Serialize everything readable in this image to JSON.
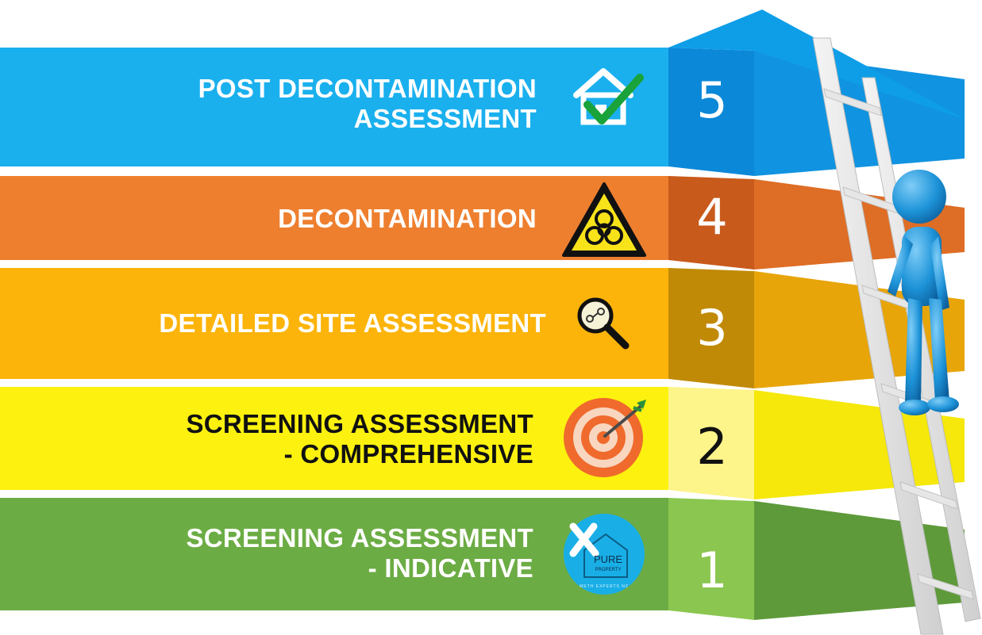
{
  "steps": [
    {
      "number": "5",
      "lines": [
        "POST DECONTAMINATION",
        "ASSESSMENT"
      ],
      "icon": "house-check-icon",
      "front": "#1ab0ee",
      "side": "#0b88d8",
      "top": "#1093e0",
      "text": "#ffffff"
    },
    {
      "number": "4",
      "lines": [
        "DECONTAMINATION"
      ],
      "icon": "biohazard-icon",
      "front": "#ee7f2f",
      "side": "#c85a1b",
      "top": "#de6d25",
      "text": "#ffffff"
    },
    {
      "number": "3",
      "lines": [
        "DETAILED SITE ASSESSMENT"
      ],
      "icon": "magnifier-icon",
      "front": "#fcb40a",
      "side": "#c08a06",
      "top": "#e8a509",
      "text": "#ffffff"
    },
    {
      "number": "2",
      "lines": [
        "SCREENING ASSESSMENT",
        "- COMPREHENSIVE"
      ],
      "icon": "target-icon",
      "front": "#fdf10f",
      "side": "#fdf48a",
      "top": "#f5e80a",
      "text": "#111111"
    },
    {
      "number": "1",
      "lines": [
        "SCREENING ASSESSMENT",
        "- INDICATIVE"
      ],
      "icon": "pure-property-logo-icon",
      "front": "#6cac44",
      "side": "#8bc650",
      "top": "#5e9a3a",
      "text": "#ffffff"
    }
  ],
  "logo": {
    "brand": "PURE",
    "sub": "PROPERTY",
    "tagline": "METH EXPERTS NZ"
  }
}
